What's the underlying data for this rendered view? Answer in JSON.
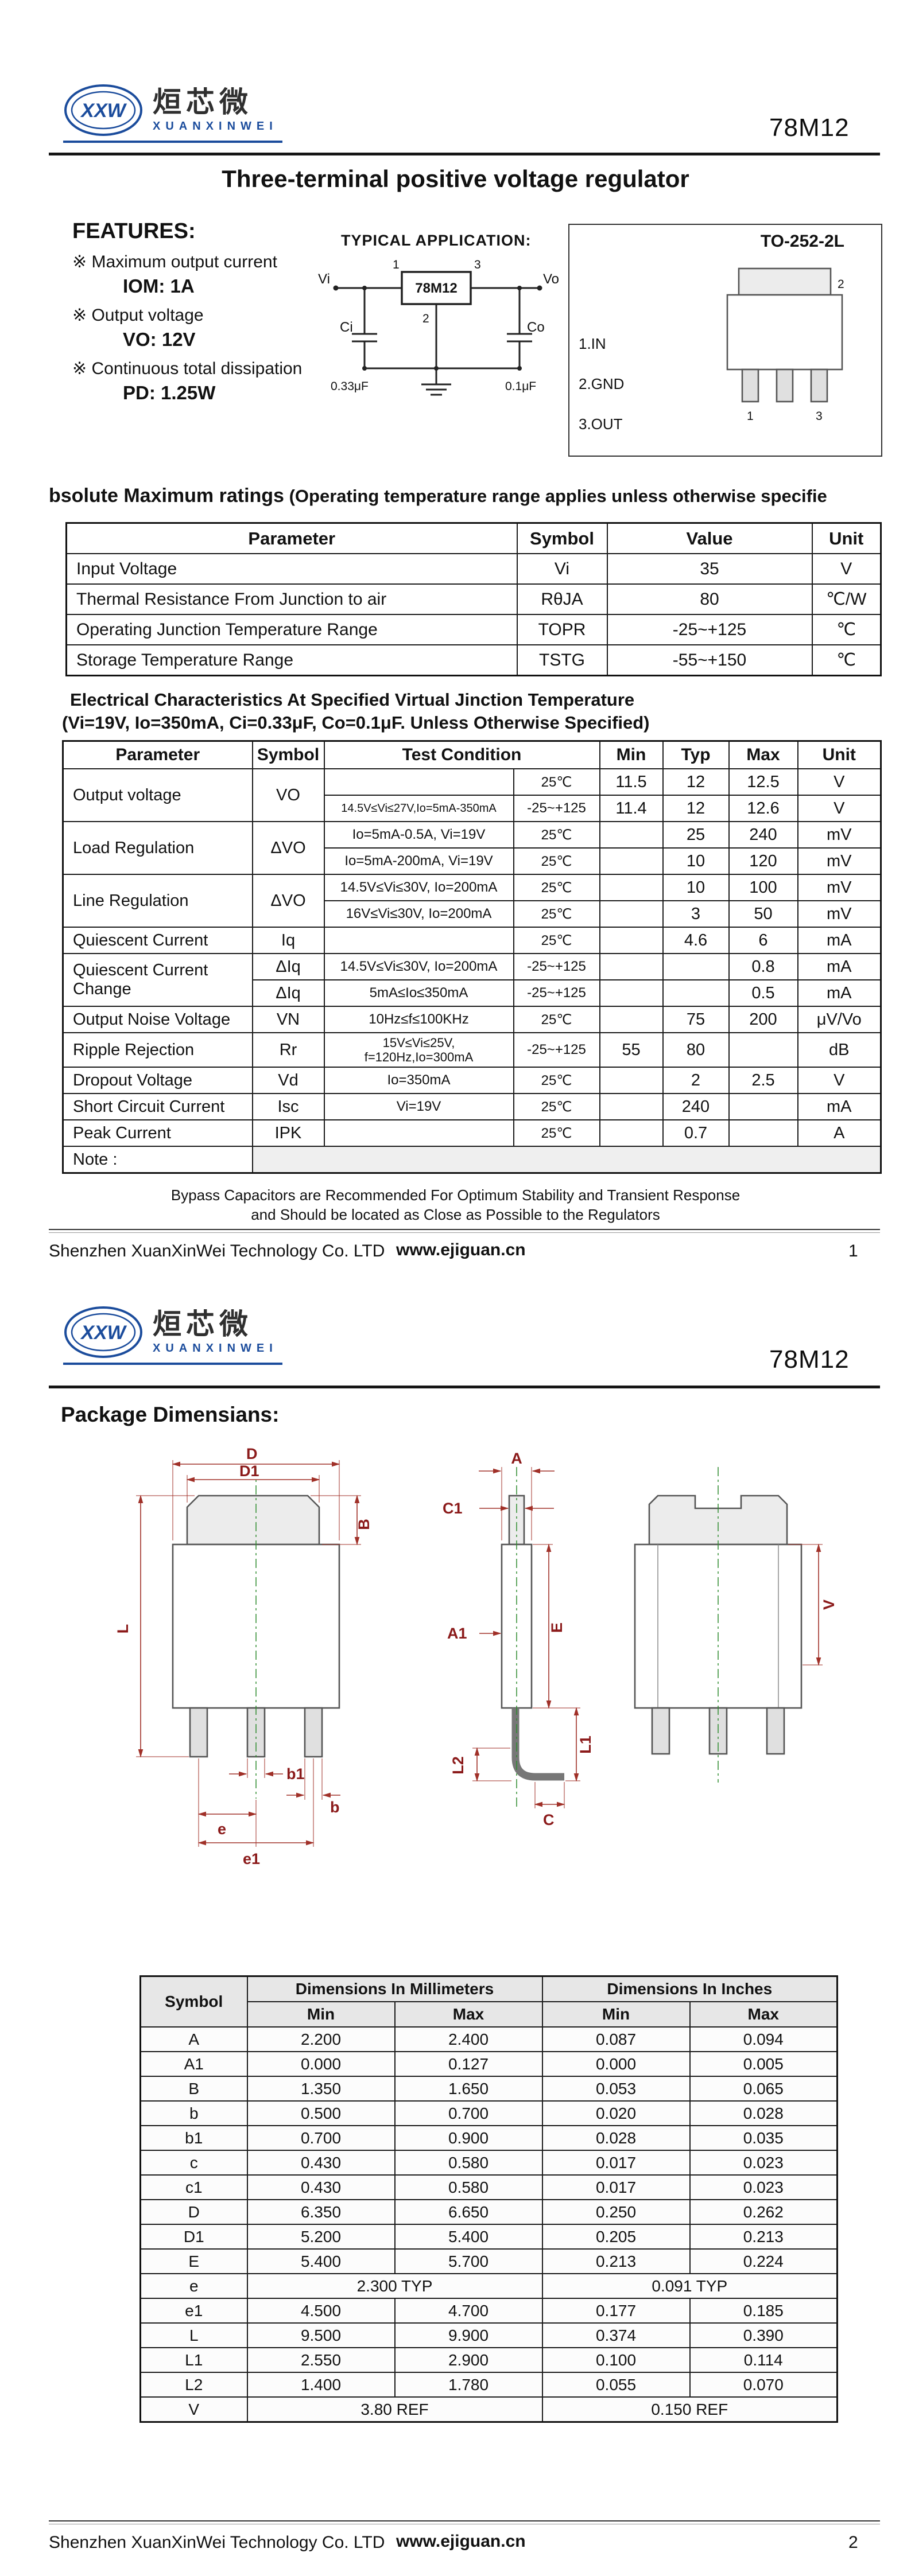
{
  "colors": {
    "accent_blue": "#1b4c9c",
    "dim_red": "#a03028",
    "center_green": "#2e8b2e"
  },
  "logo": {
    "mark": "XXW",
    "name_cn": "烜芯微",
    "name_en": "XUANXINWEI"
  },
  "footer": {
    "company": "Shenzhen XuanXinWei Technology Co. LTD",
    "website": "www.ejiguan.cn"
  },
  "page1": {
    "part_number": "78M12",
    "page_num": "1",
    "title": "Three-terminal positive voltage regulator",
    "features": {
      "heading": "FEATURES:",
      "items": [
        {
          "label": "※ Maximum output current",
          "value": "IOM: 1A"
        },
        {
          "label": "※ Output voltage",
          "value": "VO: 12V"
        },
        {
          "label": "※ Continuous total dissipation",
          "value": "PD: 1.25W"
        }
      ]
    },
    "application": {
      "heading": "TYPICAL  APPLICATION:",
      "vi": "Vi",
      "vo": "Vo",
      "chip": "78M12",
      "pin1": "1",
      "pin2": "2",
      "pin3": "3",
      "ci": "Ci",
      "ci_val": "0.33μF",
      "co": "Co",
      "co_val": "0.1μF"
    },
    "package_box": {
      "title": "TO-252-2L",
      "pins": [
        "1.IN",
        "2.GND",
        "3.OUT"
      ],
      "marks": [
        "1",
        "2",
        "3"
      ]
    },
    "abs_max": {
      "heading_a": "bsolute Maximum ratings",
      "heading_b": "  (Operating temperature range applies unless otherwise specifie",
      "headers": [
        "Parameter",
        "Symbol",
        "Value",
        "Unit"
      ],
      "rows": [
        [
          "Input  Voltage",
          "Vi",
          "35",
          "V"
        ],
        [
          "Thermal Resistance From Junction to air",
          "RθJA",
          "80",
          "℃/W"
        ],
        [
          "Operating Junction Temperature Range",
          "TOPR",
          "-25~+125",
          "℃"
        ],
        [
          "Storage Temperature Range",
          "TSTG",
          "-55~+150",
          "℃"
        ]
      ]
    },
    "elec": {
      "heading1": "Electrical  Characteristics At Specified Virtual Jinction Temperature",
      "heading2": "(Vi=19V, Io=350mA, Ci=0.33μF, Co=0.1μF.  Unless Otherwise Specified)",
      "headers": [
        "Parameter",
        "Symbol",
        "Test Condition",
        "Min",
        "Typ",
        "Max",
        "Unit"
      ],
      "rows": [
        [
          "Output voltage",
          "VO",
          "",
          "25℃",
          "11.5",
          "12",
          "12.5",
          "V"
        ],
        [
          "14.5V≤Vi≤27V,Io=5mA-350mA",
          "-25~+125",
          "11.4",
          "12",
          "12.6",
          "V"
        ],
        [
          "Load  Regulation",
          "ΔVO",
          "Io=5mA-0.5A, Vi=19V",
          "25℃",
          "",
          "25",
          "240",
          "mV"
        ],
        [
          "Io=5mA-200mA, Vi=19V",
          "25℃",
          "",
          "10",
          "120",
          "mV"
        ],
        [
          "Line  Regulation",
          "ΔVO",
          "14.5V≤Vi≤30V, Io=200mA",
          "25℃",
          "",
          "10",
          "100",
          "mV"
        ],
        [
          "16V≤Vi≤30V, Io=200mA",
          "25℃",
          "",
          "3",
          "50",
          "mV"
        ],
        [
          "Quiescent  Current",
          "Iq",
          "",
          "25℃",
          "",
          "4.6",
          "6",
          "mA"
        ],
        [
          "Quiescent  Current Change",
          "ΔIq",
          "14.5V≤Vi≤30V, Io=200mA",
          "-25~+125",
          "",
          "",
          "0.8",
          "mA"
        ],
        [
          "ΔIq",
          "5mA≤Io≤350mA",
          "-25~+125",
          "",
          "",
          "0.5",
          "mA"
        ],
        [
          "Output  Noise  Voltage",
          "VN",
          "10Hz≤f≤100KHz",
          "25℃",
          "",
          "75",
          "200",
          "μV/Vo"
        ],
        [
          "Ripple Rejection",
          "Rr",
          "15V≤Vi≤25V, f=120Hz,Io=300mA",
          "-25~+125",
          "55",
          "80",
          "",
          "dB"
        ],
        [
          "Dropout  Voltage",
          "Vd",
          "Io=350mA",
          "25℃",
          "",
          "2",
          "2.5",
          "V"
        ],
        [
          "Short  Circuit  Current",
          "Isc",
          "Vi=19V",
          "25℃",
          "",
          "240",
          "",
          "mA"
        ],
        [
          "Peak  Current",
          "IPK",
          "",
          "25℃",
          "",
          "0.7",
          "",
          "A"
        ],
        [
          "Note :"
        ]
      ]
    },
    "bypass1": "Bypass Capacitors are Recommended For Optimum Stability and Transient Response",
    "bypass2": "and Should be located as Close as Possible to the Regulators"
  },
  "page2": {
    "part_number": "78M12",
    "page_num": "2",
    "heading": "Package Dimensians:",
    "labels": {
      "D": "D",
      "D1": "D1",
      "B": "B",
      "L": "L",
      "b1": "b1",
      "b": "b",
      "e": "e",
      "e1": "e1",
      "A": "A",
      "C1": "C1",
      "A1": "A1",
      "E": "E",
      "L1": "L1",
      "L2": "L2",
      "C": "C",
      "V": "V"
    },
    "dims": {
      "h_symbol": "Symbol",
      "h_mm": "Dimensions In Millimeters",
      "h_inch": "Dimensions In Inches",
      "h_min": "Min",
      "h_max": "Max",
      "rows": [
        {
          "sym": "A",
          "c": [
            "2.200",
            "2.400",
            "0.087",
            "0.094"
          ]
        },
        {
          "sym": "A1",
          "c": [
            "0.000",
            "0.127",
            "0.000",
            "0.005"
          ]
        },
        {
          "sym": "B",
          "c": [
            "1.350",
            "1.650",
            "0.053",
            "0.065"
          ]
        },
        {
          "sym": "b",
          "c": [
            "0.500",
            "0.700",
            "0.020",
            "0.028"
          ]
        },
        {
          "sym": "b1",
          "c": [
            "0.700",
            "0.900",
            "0.028",
            "0.035"
          ]
        },
        {
          "sym": "c",
          "c": [
            "0.430",
            "0.580",
            "0.017",
            "0.023"
          ]
        },
        {
          "sym": "c1",
          "c": [
            "0.430",
            "0.580",
            "0.017",
            "0.023"
          ]
        },
        {
          "sym": "D",
          "c": [
            "6.350",
            "6.650",
            "0.250",
            "0.262"
          ]
        },
        {
          "sym": "D1",
          "c": [
            "5.200",
            "5.400",
            "0.205",
            "0.213"
          ]
        },
        {
          "sym": "E",
          "c": [
            "5.400",
            "5.700",
            "0.213",
            "0.224"
          ]
        },
        {
          "sym": "e",
          "span": [
            "2.300 TYP",
            "0.091 TYP"
          ]
        },
        {
          "sym": "e1",
          "c": [
            "4.500",
            "4.700",
            "0.177",
            "0.185"
          ]
        },
        {
          "sym": "L",
          "c": [
            "9.500",
            "9.900",
            "0.374",
            "0.390"
          ]
        },
        {
          "sym": "L1",
          "c": [
            "2.550",
            "2.900",
            "0.100",
            "0.114"
          ]
        },
        {
          "sym": "L2",
          "c": [
            "1.400",
            "1.780",
            "0.055",
            "0.070"
          ]
        },
        {
          "sym": "V",
          "span": [
            "3.80 REF",
            "0.150 REF"
          ]
        }
      ]
    }
  }
}
